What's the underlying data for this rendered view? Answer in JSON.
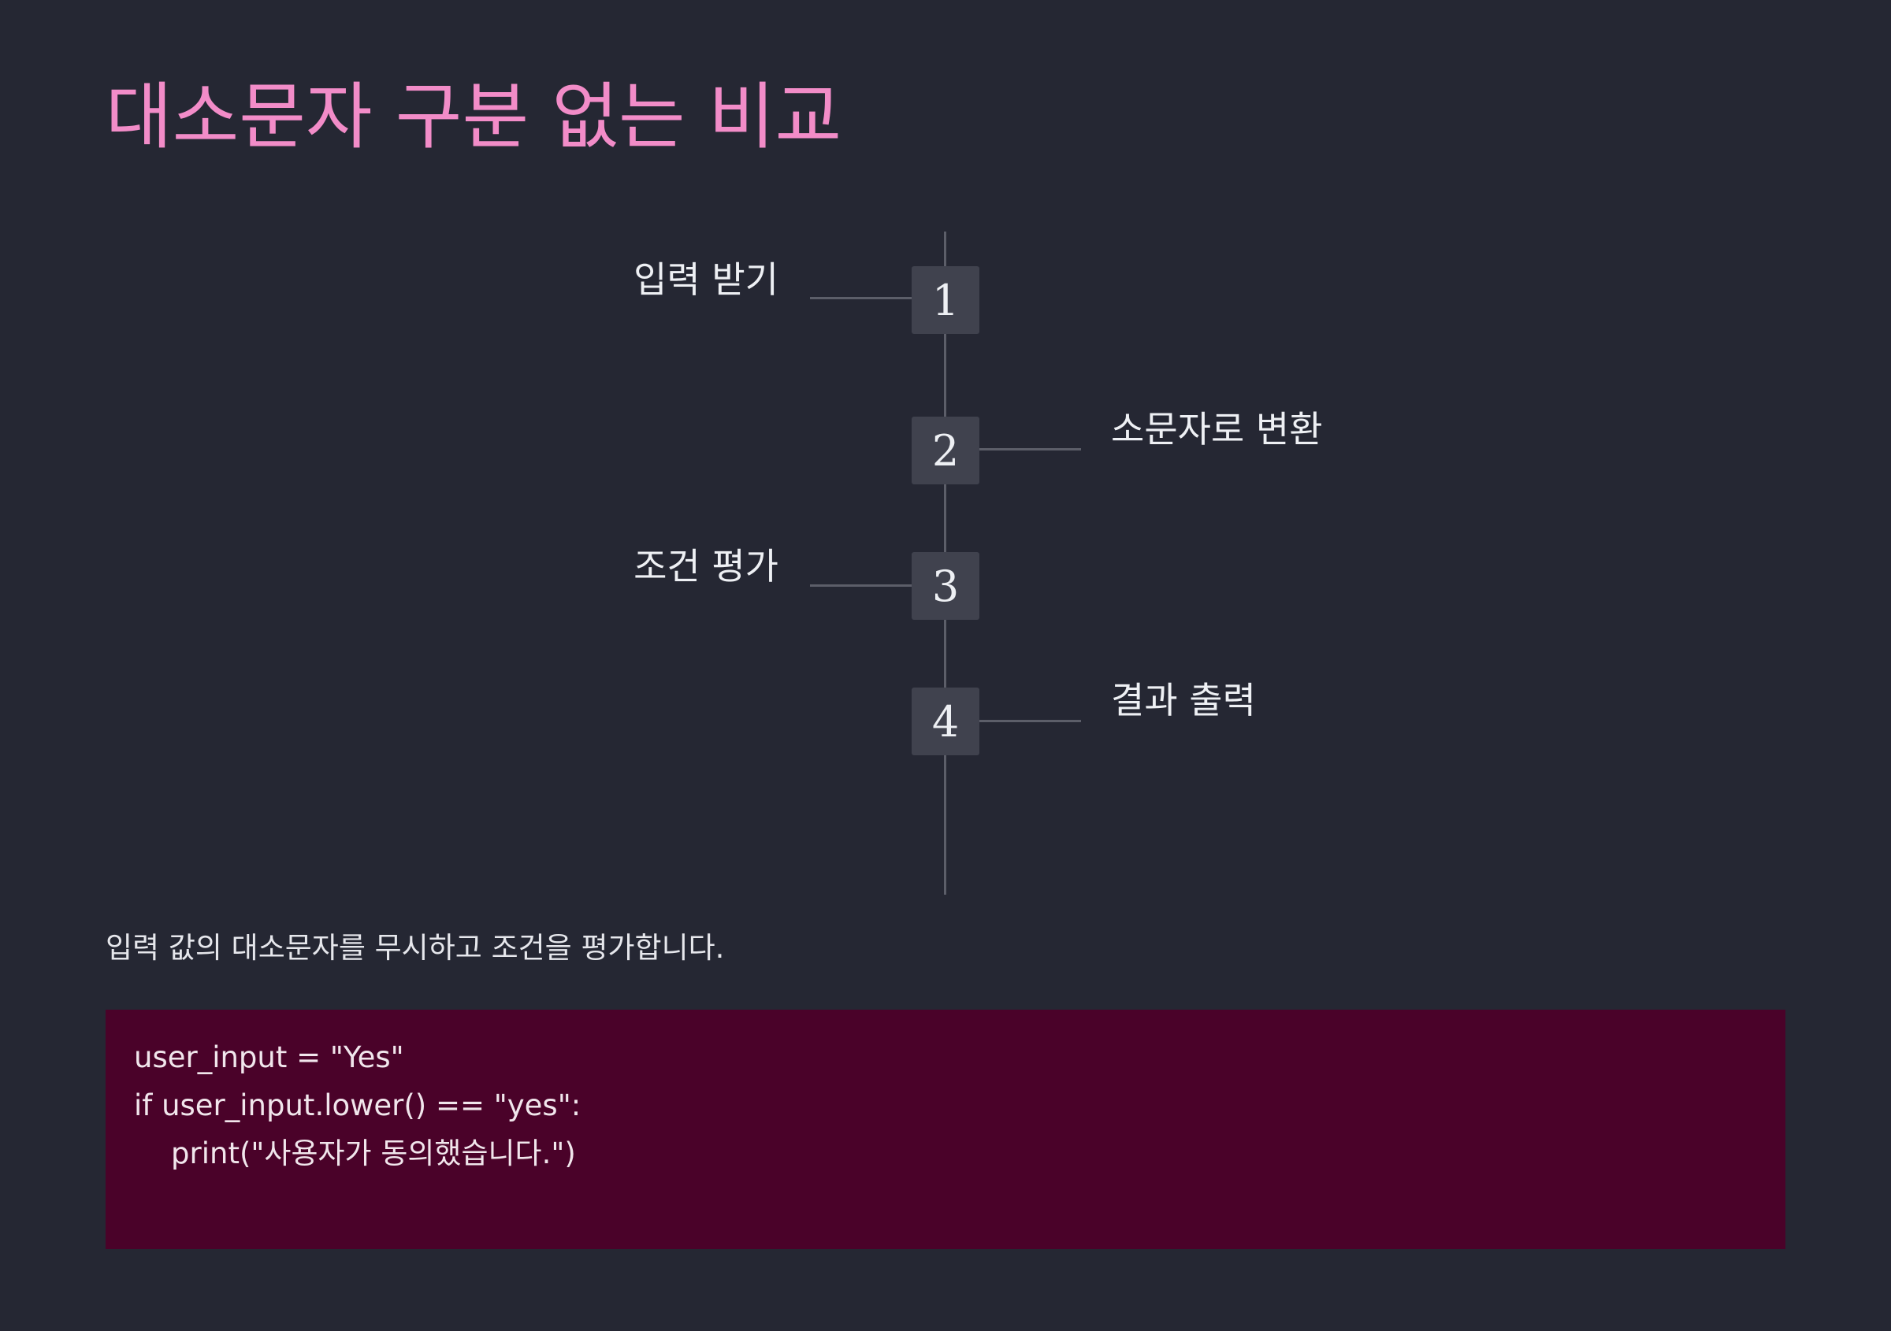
{
  "title": "대소문자 구분 없는 비교",
  "steps": [
    {
      "number": "1",
      "label": "입력 받기",
      "side": "left"
    },
    {
      "number": "2",
      "label": "소문자로 변환",
      "side": "right"
    },
    {
      "number": "3",
      "label": "조건 평가",
      "side": "left"
    },
    {
      "number": "4",
      "label": "결과 출력",
      "side": "right"
    }
  ],
  "description": "입력 값의 대소문자를 무시하고 조건을 평가합니다.",
  "code": {
    "lines": [
      "user_input = \"Yes\"",
      "if user_input.lower() == \"yes\":",
      "    print(\"사용자가 동의했습니다.\")"
    ]
  },
  "colors": {
    "background": "#252733",
    "title": "#f28cc8",
    "step_box": "#40424e",
    "line": "#5c5e69",
    "code_background": "#4a0229"
  }
}
